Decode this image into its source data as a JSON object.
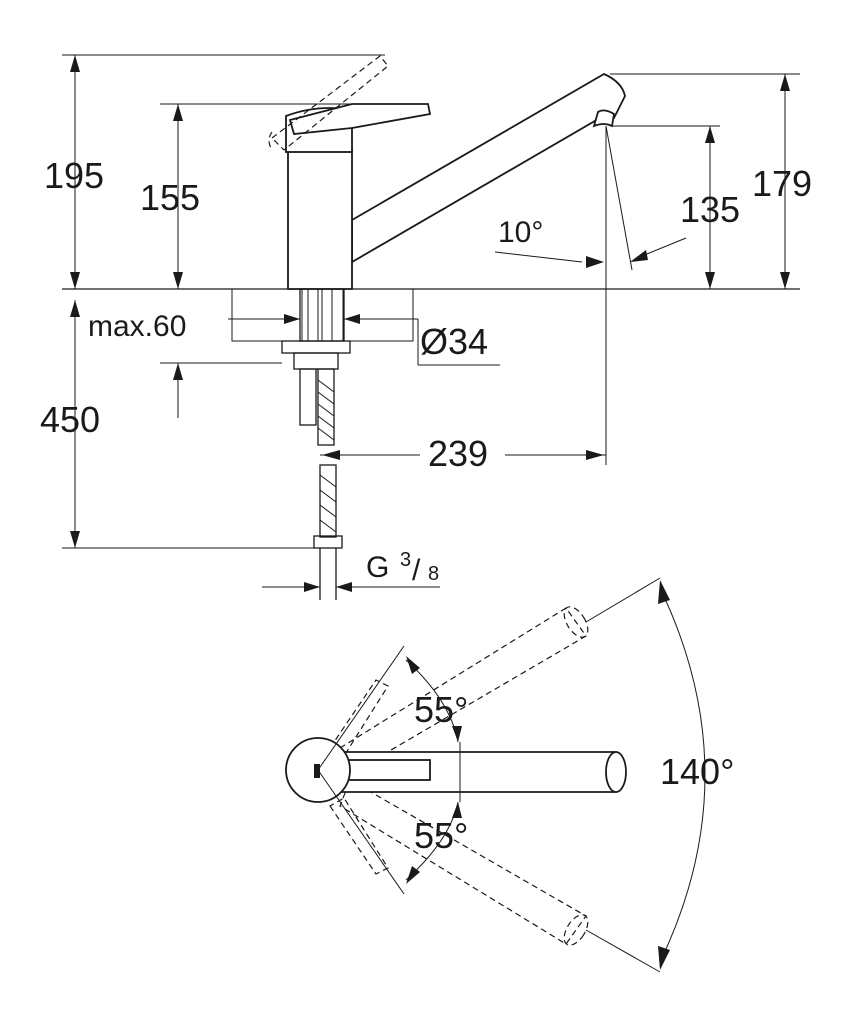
{
  "side_view": {
    "dimensions": {
      "total_height": "195",
      "body_height": "155",
      "spout_reach_height": "179",
      "spout_outlet_height": "135",
      "spout_angle": "10°",
      "max_deck_thickness": "max.60",
      "hole_diameter": "Ø34",
      "hose_length": "450",
      "spout_projection": "239"
    },
    "connection": {
      "thread_prefix": "G",
      "thread_numerator": "3",
      "thread_denominator": "8"
    }
  },
  "top_view": {
    "handle_angle_upper": "55°",
    "handle_angle_lower": "55°",
    "spout_swivel_angle": "140°"
  }
}
